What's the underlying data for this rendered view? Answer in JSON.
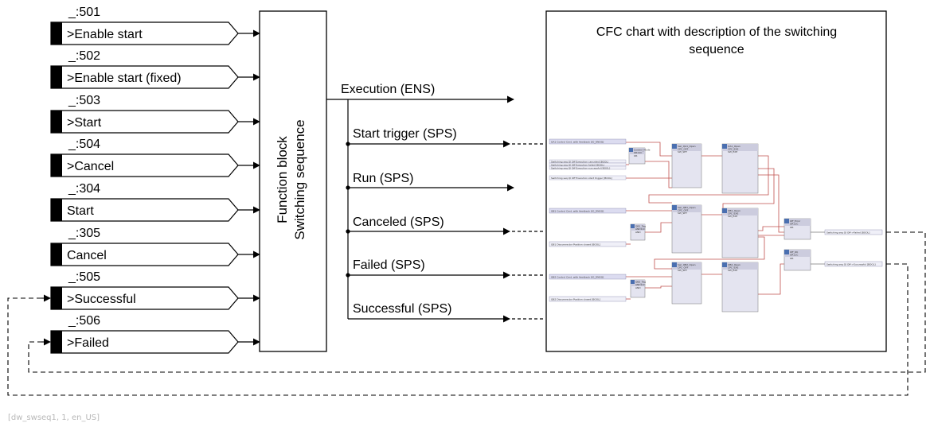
{
  "inputs": [
    {
      "id": "_:501",
      "label": ">Enable start"
    },
    {
      "id": "_:502",
      "label": ">Enable start (fixed)"
    },
    {
      "id": "_:503",
      "label": ">Start"
    },
    {
      "id": "_:504",
      "label": ">Cancel"
    },
    {
      "id": "_:304",
      "label": "Start"
    },
    {
      "id": "_:305",
      "label": "Cancel"
    },
    {
      "id": "_:505",
      "label": ">Successful"
    },
    {
      "id": "_:506",
      "label": ">Failed"
    }
  ],
  "function_block": {
    "line1": "Function block",
    "line2": "Switching sequence"
  },
  "outputs": [
    "Execution (ENS)",
    "Start trigger (SPS)",
    "Run (SPS)",
    "Canceled (SPS)",
    "Failed (SPS)",
    "Successful (SPS)"
  ],
  "cfc_panel": {
    "title_line1": "CFC chart with description of the switching",
    "title_line2": "sequence"
  },
  "cfc_blocks": [
    {
      "name": "Control_Mode",
      "type": "OR11C",
      "sub": "OR"
    },
    {
      "name": "Swi_QA1_Open",
      "type": "CPC_OFF",
      "sub": "SW_SET"
    },
    {
      "name": "QA1_Open",
      "type": "CPC_EXE",
      "sub": "SW_EXE"
    },
    {
      "name": "Swi_QB1_Open",
      "type": "CPC_OFF",
      "sub": "SW_SET"
    },
    {
      "name": "QB1_Open",
      "type": "CPC_EXE",
      "sub": "SW_EXE"
    },
    {
      "name": "QB1_Tag",
      "type": "AND11C",
      "sub": "AND"
    },
    {
      "name": "Off_Error",
      "type": "OR11C",
      "sub": "OR"
    },
    {
      "name": "Off_OK",
      "type": "OR11C",
      "sub": "OR"
    },
    {
      "name": "Swi_QB2_Open",
      "type": "CPC_OFF",
      "sub": "SW_SET"
    },
    {
      "name": "QB2_Open",
      "type": "CPC_EXE",
      "sub": "SW_EXE"
    },
    {
      "name": "QB2_Tag",
      "type": "AND11C",
      "sub": "AND"
    }
  ],
  "cfc_signals": [
    "QA1 Control Cmd. with feedback [IO_DNOQ]",
    "Switching seq QI Off Execution canceled [BOOL]",
    "Switching seq QI Off Execution failed [BOOL]",
    "Switching seq QI Off Execution successful [BOOL]",
    "Switching seq QI Off Execution start trigger [BOOL]",
    "QB1 Control Cmd. with feedback [IO_DNOQ]",
    "QB1 Disconnector Position closed [BOOL]",
    "QB2 Control Cmd. with feedback [IO_DNOQ]",
    "QB2 Disconnector Position closed [BOOL]",
    "Switching seq QI Off->Failed [BOOL]",
    "Switching seq QI Off->Successful [BOOL]"
  ],
  "caption": "[dw_swseq1, 1, en_US]"
}
